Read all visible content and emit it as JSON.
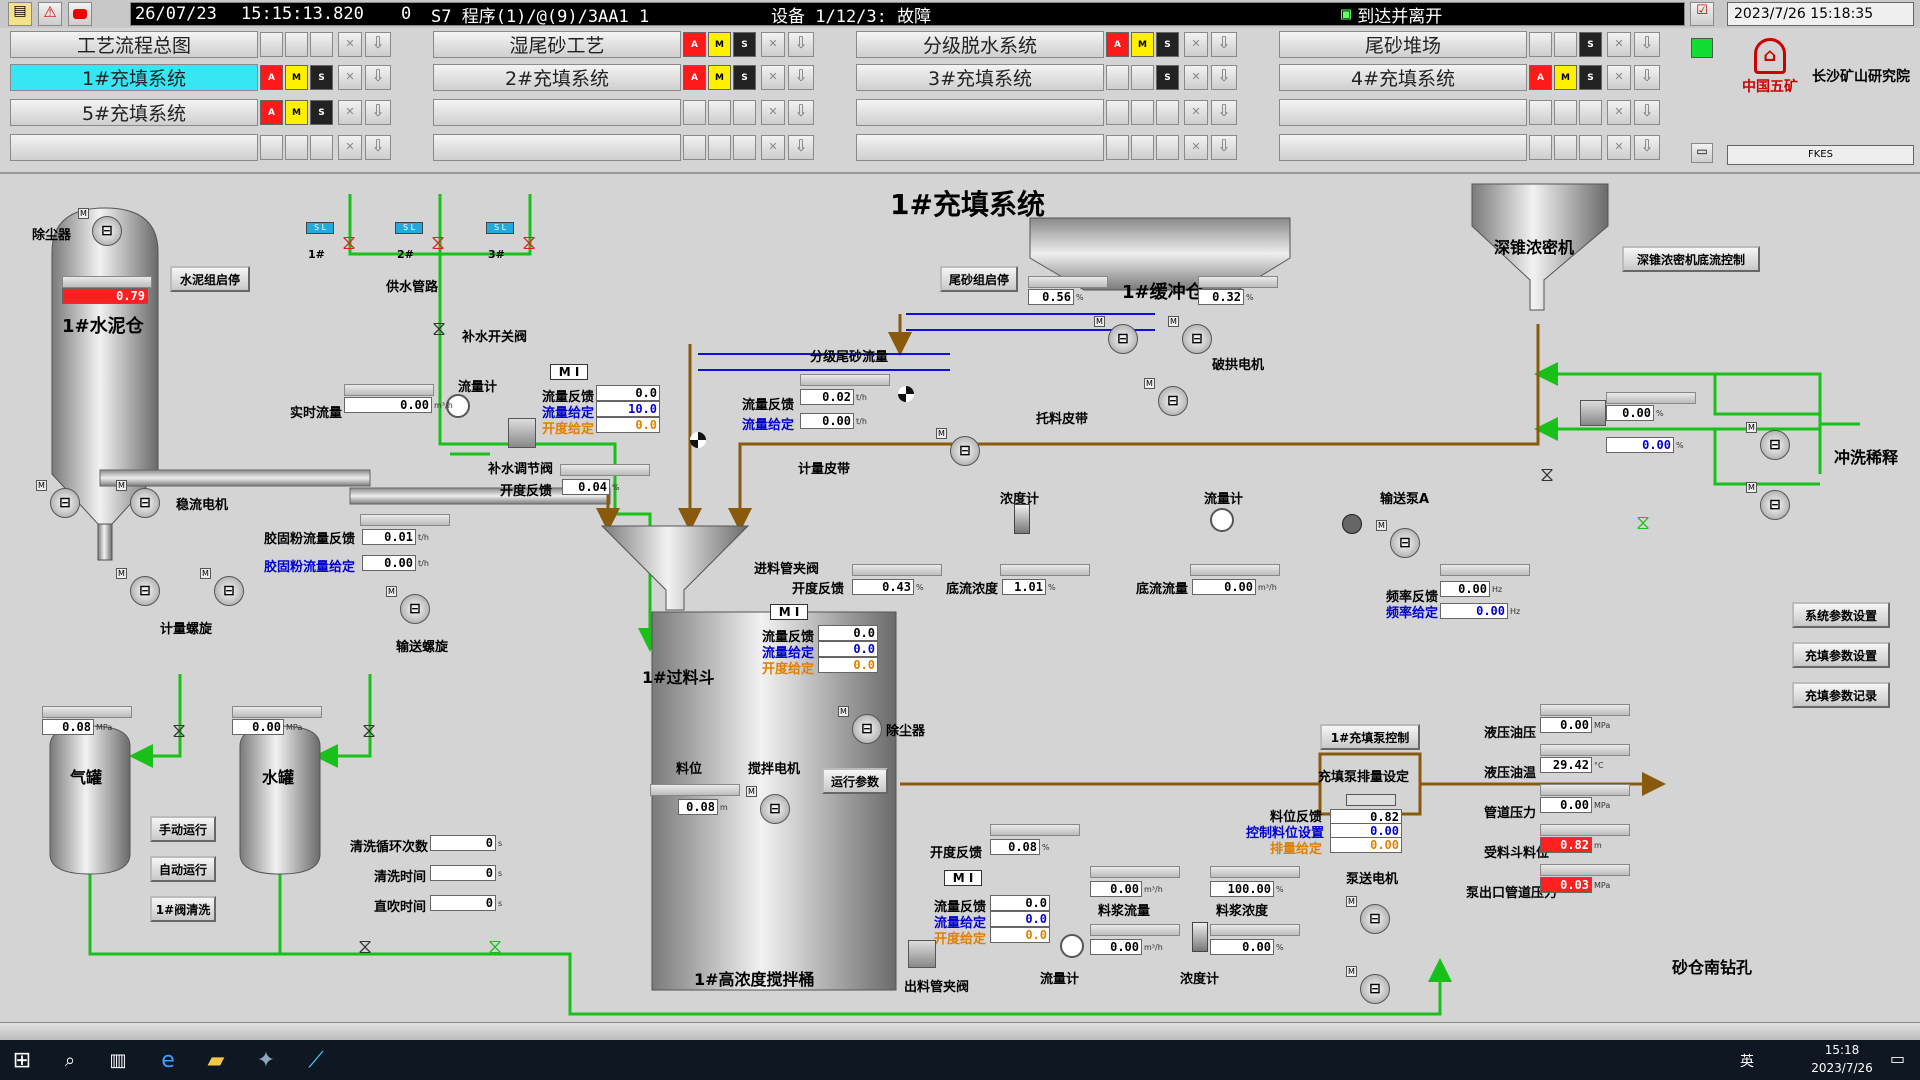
{
  "header": {
    "date": "26/07/23",
    "time": "15:15:13.820",
    "code": "0",
    "program": "S7 程序(1)/@(9)/3AA1_1",
    "device_status": "设备 1/12/3: 故障",
    "alarm_text": "到达并离开",
    "clock": "2023/7/26 15:18:35",
    "footer_label": "FKES"
  },
  "colors": {
    "green_pipe": "#19c019",
    "brown_pipe": "#8a5a0c",
    "blue_belt": "#1010d8",
    "active_nav": "#36e6f2",
    "alarm_red": "#ff2020"
  },
  "nav": [
    {
      "label": "工艺流程总图",
      "flags": []
    },
    {
      "label": "湿尾砂工艺",
      "flags": [
        "A",
        "M",
        "S"
      ]
    },
    {
      "label": "分级脱水系统",
      "flags": [
        "A",
        "M",
        "S"
      ]
    },
    {
      "label": "尾砂堆场",
      "flags": [
        "S"
      ]
    },
    {
      "label": "1#充填系统",
      "flags": [
        "A",
        "M",
        "S"
      ]
    },
    {
      "label": "2#充填系统",
      "flags": [
        "A",
        "M",
        "S"
      ]
    },
    {
      "label": "3#充填系统",
      "flags": [
        "S"
      ]
    },
    {
      "label": "4#充填系统",
      "flags": [
        "A",
        "M",
        "S"
      ]
    },
    {
      "label": "5#充填系统",
      "flags": [
        "A",
        "M",
        "S"
      ]
    }
  ],
  "logo": {
    "company": "中国五矿",
    "institute": "长沙矿山研究院"
  },
  "page_title": "1#充填系统",
  "labels": {
    "dust_collector": "除尘器",
    "cement_silo": "1#水泥仓",
    "cement_start": "水泥组启停",
    "stable_motor": "稳流电机",
    "metering_screw": "计量螺旋",
    "conveying_screw": "输送螺旋",
    "water_pipe": "供水管路",
    "makeup_valve": "补水开关阀",
    "flowmeter": "流量计",
    "realtime_flow": "实时流量",
    "makeup_reg_valve": "补水调节阀",
    "opening_fb": "开度反馈",
    "binder_flow_fb": "胶固粉流量反馈",
    "binder_flow_set": "胶固粉流量给定",
    "flow_fb": "流量反馈",
    "flow_set": "流量给定",
    "opening_set": "开度给定",
    "tailing_start": "尾砂组启停",
    "buffer_silo": "1#缓冲仓",
    "arch_motor": "破拱电机",
    "graded_flow": "分级尾砂流量",
    "feed_belt": "托料皮带",
    "meter_belt": "计量皮带",
    "thickener": "深锥浓密机",
    "thickener_ctrl": "深锥浓密机底流控制",
    "flush_dilute": "冲洗稀释",
    "density_meter": "浓度计",
    "pump_a": "输送泵A",
    "inlet_pinch": "进料管夹阀",
    "underflow_density": "底流浓度",
    "underflow_flow": "底流流量",
    "freq_fb": "频率反馈",
    "freq_set": "频率给定",
    "hopper": "1#过料斗",
    "mixer": "1#高浓度搅拌桶",
    "level": "料位",
    "mixer_motor": "搅拌电机",
    "run_params": "运行参数",
    "gas_tank": "气罐",
    "water_tank": "水罐",
    "manual": "手动运行",
    "auto": "自动运行",
    "valve_clean": "1#阀清洗",
    "clean_cycles": "清洗循环次数",
    "clean_time": "清洗时间",
    "blow_time": "直吹时间",
    "fill_pump_ctrl": "1#充填泵控制",
    "pump_disp_set": "充填泵排量设定",
    "level_fb": "料位反馈",
    "ctrl_level_set": "控制料位设置",
    "disp_set": "排量给定",
    "slurry_flow": "料浆流量",
    "slurry_density": "料浆浓度",
    "pump_motor": "泵送电机",
    "outlet_pinch": "出料管夹阀",
    "sand_bore": "砂仓南钻孔",
    "hyd_oil_pressure": "液压油压",
    "hyd_oil_temp": "液压油温",
    "pipe_pressure": "管道压力",
    "hopper_level": "受料斗料位",
    "pump_outlet_pressure": "泵出口管道压力",
    "sys_params": "系统参数设置",
    "fill_params": "充填参数设置",
    "fill_records": "充填参数记录",
    "v1": "1#",
    "v2": "2#",
    "v3": "3#"
  },
  "values": {
    "cement_level": "0.79",
    "realtime_flow": "0.00",
    "reg_opening": "0.04",
    "binder_fb": "0.01",
    "binder_set": "0.00",
    "water_flow_fb": "0.0",
    "water_flow_set": "10.0",
    "water_open_set": "0.0",
    "buffer_left": "0.56",
    "buffer_right": "0.32",
    "graded_fb": "0.02",
    "graded_set": "0.00",
    "thick_flow": "0.00",
    "thick_flow2": "0.00",
    "pinch_opening": "0.43",
    "underflow_density": "1.01",
    "underflow_flow": "0.00",
    "freq_fb": "0.00",
    "freq_set": "0.00",
    "hopper_flow_fb": "0.0",
    "hopper_flow_set": "0.0",
    "hopper_open_set": "0.0",
    "gas_pressure": "0.08",
    "water_pressure": "0.00",
    "clean_cycles": "0",
    "clean_time": "0",
    "blow_time": "0",
    "mixer_level": "0.08",
    "outlet_opening": "0.08",
    "out_flow_fb": "0.0",
    "out_flow_set": "0.0",
    "out_open_set": "0.0",
    "slurry_flow": "0.00",
    "slurry_density": "100.00",
    "meter_flow": "0.00",
    "meter_density": "0.00",
    "level_fb": "0.82",
    "ctrl_level": "0.00",
    "disp_set": "0.00",
    "hyd_pressure": "0.00",
    "hyd_temp": "29.42",
    "pipe_pressure": "0.00",
    "hopper_level": "0.82",
    "outlet_pressure": "0.03"
  },
  "taskbar": {
    "time": "15:18",
    "date": "2023/7/26",
    "lang": "英"
  }
}
